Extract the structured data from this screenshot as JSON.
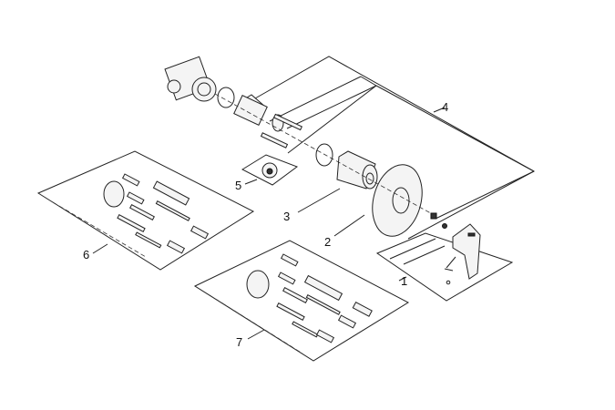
{
  "diagram": {
    "type": "exploded parts diagram",
    "part_labels": [
      {
        "id": "1",
        "text": "1"
      },
      {
        "id": "2",
        "text": "2"
      },
      {
        "id": "3",
        "text": "3"
      },
      {
        "id": "4",
        "text": "4"
      },
      {
        "id": "5",
        "text": "5"
      },
      {
        "id": "6",
        "text": "6"
      },
      {
        "id": "7",
        "text": "7"
      }
    ]
  }
}
